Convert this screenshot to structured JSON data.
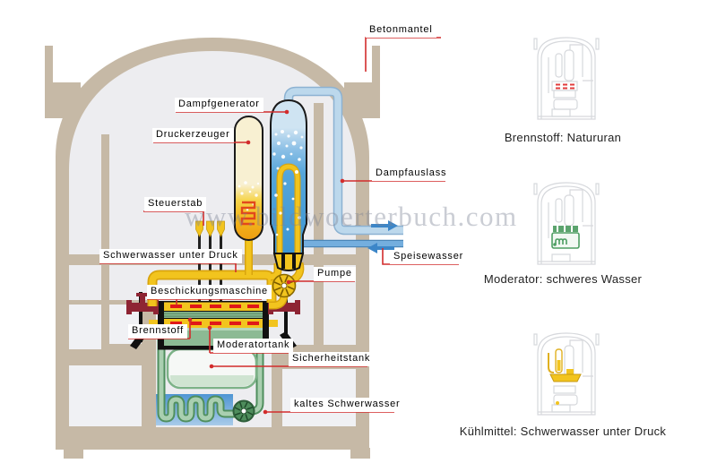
{
  "watermark": "www.bildwoerterbuch.com",
  "labels": {
    "betonmantel": "Betonmantel",
    "dampfgenerator": "Dampfgenerator",
    "druckerzeuger": "Druckerzeuger",
    "dampfauslass": "Dampfauslass",
    "steuerstab": "Steuerstab",
    "schwerwasser_unter_druck": "Schwerwasser unter Druck",
    "speisewasser": "Speisewasser",
    "pumpe": "Pumpe",
    "beschickungsmaschine": "Beschickungsmaschine",
    "brennstoff": "Brennstoff",
    "moderatortank": "Moderatortank",
    "sicherheitstank": "Sicherheitstank",
    "kaltes_schwerwasser": "kaltes Schwerwasser"
  },
  "thumbnails": [
    {
      "caption": "Brennstoff: Natururan",
      "highlight": "fuel"
    },
    {
      "caption": "Moderator: schweres Wasser",
      "highlight": "moderator"
    },
    {
      "caption": "Kühlmittel: Schwerwasser unter Druck",
      "highlight": "coolant"
    }
  ],
  "colors": {
    "wall_tan": "#c6b9a6",
    "interior_gray": "#ededf0",
    "leader_red": "#d22c2c",
    "fuel_red": "#e01818",
    "coolant_yellow": "#f2c41e",
    "steam_blue": "#bcd8ec",
    "water_blue": "#3c96d4",
    "feedwater_blue": "#74aede",
    "moderator_green": "#8cba94",
    "valve_darkred": "#8e2433",
    "pressurizer_cream": "#f8f0d2"
  }
}
